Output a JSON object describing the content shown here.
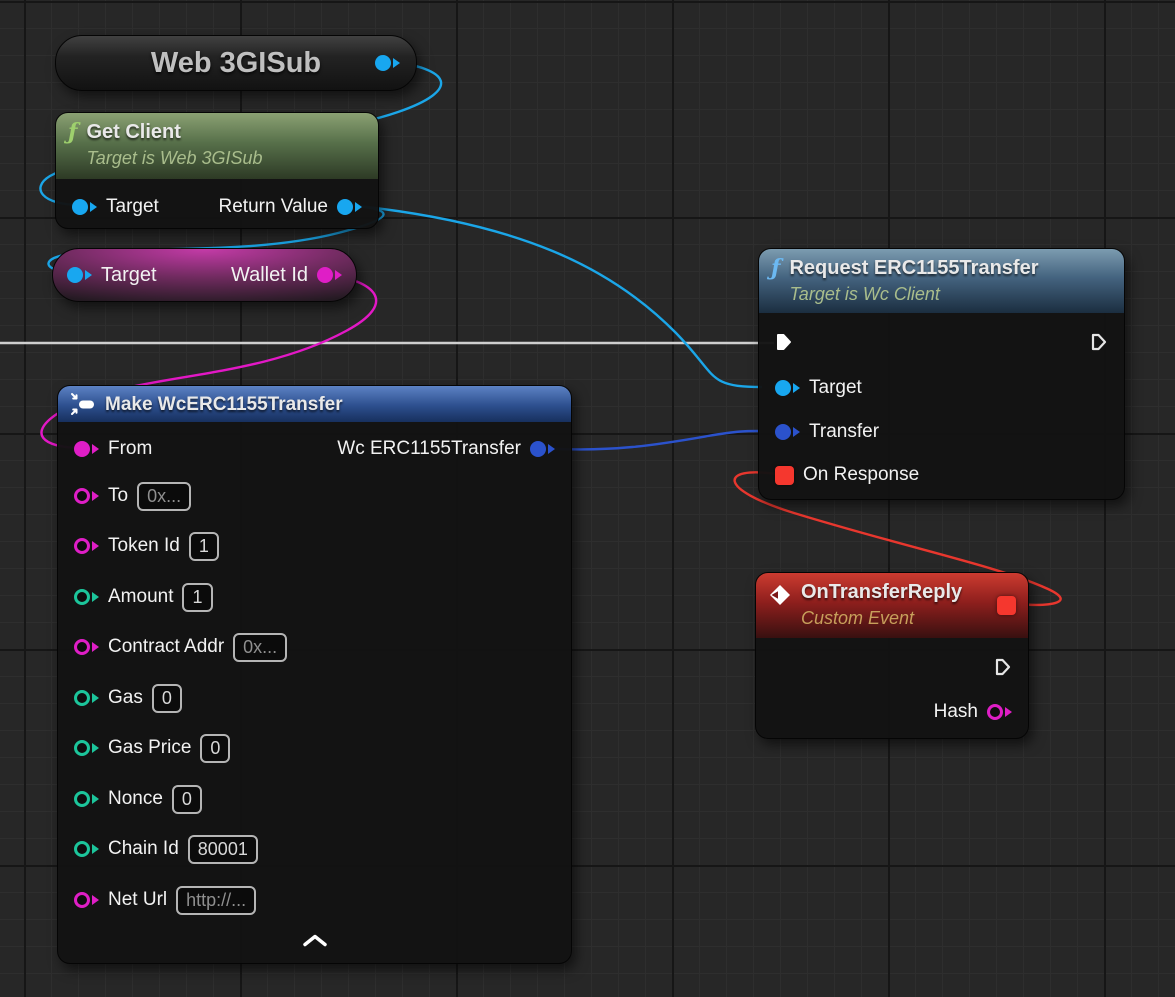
{
  "graph": {
    "background_color": "#272727",
    "wire_colors": {
      "exec": "#cfcfcf",
      "object": "#1ba6e8",
      "struct": "#2b52cc",
      "string": "#e318c6",
      "delegate": "#e8372e"
    },
    "pin_colors": {
      "object": "#18a7f0",
      "struct": "#2b52cc",
      "string": "#df1ec6",
      "integer": "#1cc59b",
      "delegate": "#f5372e"
    },
    "icons": {
      "function_glyph": "ƒ"
    },
    "nodes": {
      "web3gi_sub": {
        "title": "Web 3GISub"
      },
      "get_client": {
        "title": "Get Client",
        "subtitle": "Target is Web 3GISub",
        "target_label": "Target",
        "return_label": "Return Value"
      },
      "get_wallet_id": {
        "target_label": "Target",
        "output_label": "Wallet Id"
      },
      "make_wc_erc1155_transfer": {
        "title": "Make WcERC1155Transfer",
        "output_label": "Wc ERC1155Transfer",
        "rows": [
          {
            "label": "From"
          },
          {
            "label": "To",
            "value": "0x..."
          },
          {
            "label": "Token Id",
            "value": "1"
          },
          {
            "label": "Amount",
            "value": "1"
          },
          {
            "label": "Contract Addr",
            "value": "0x..."
          },
          {
            "label": "Gas",
            "value": "0"
          },
          {
            "label": "Gas Price",
            "value": "0"
          },
          {
            "label": "Nonce",
            "value": "0"
          },
          {
            "label": "Chain Id",
            "value": "80001"
          },
          {
            "label": "Net Url",
            "value": "http://..."
          }
        ]
      },
      "request_erc1155_transfer": {
        "title": "Request ERC1155Transfer",
        "subtitle": "Target is Wc Client",
        "target_label": "Target",
        "transfer_label": "Transfer",
        "on_response_label": "On Response"
      },
      "on_transfer_reply": {
        "title": "OnTransferReply",
        "subtitle": "Custom Event",
        "hash_label": "Hash"
      }
    }
  }
}
